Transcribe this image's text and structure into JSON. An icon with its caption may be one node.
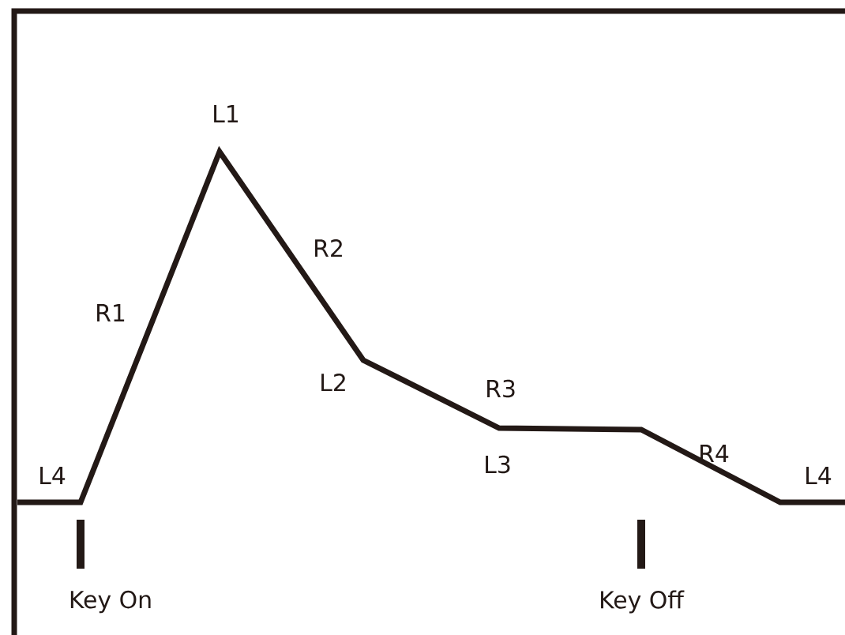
{
  "diagram": {
    "labels": [
      "L1",
      "R2",
      "R1",
      "L2",
      "R3",
      "L4",
      "L3",
      "R4",
      "L4",
      "Key On",
      "Key Off"
    ]
  }
}
